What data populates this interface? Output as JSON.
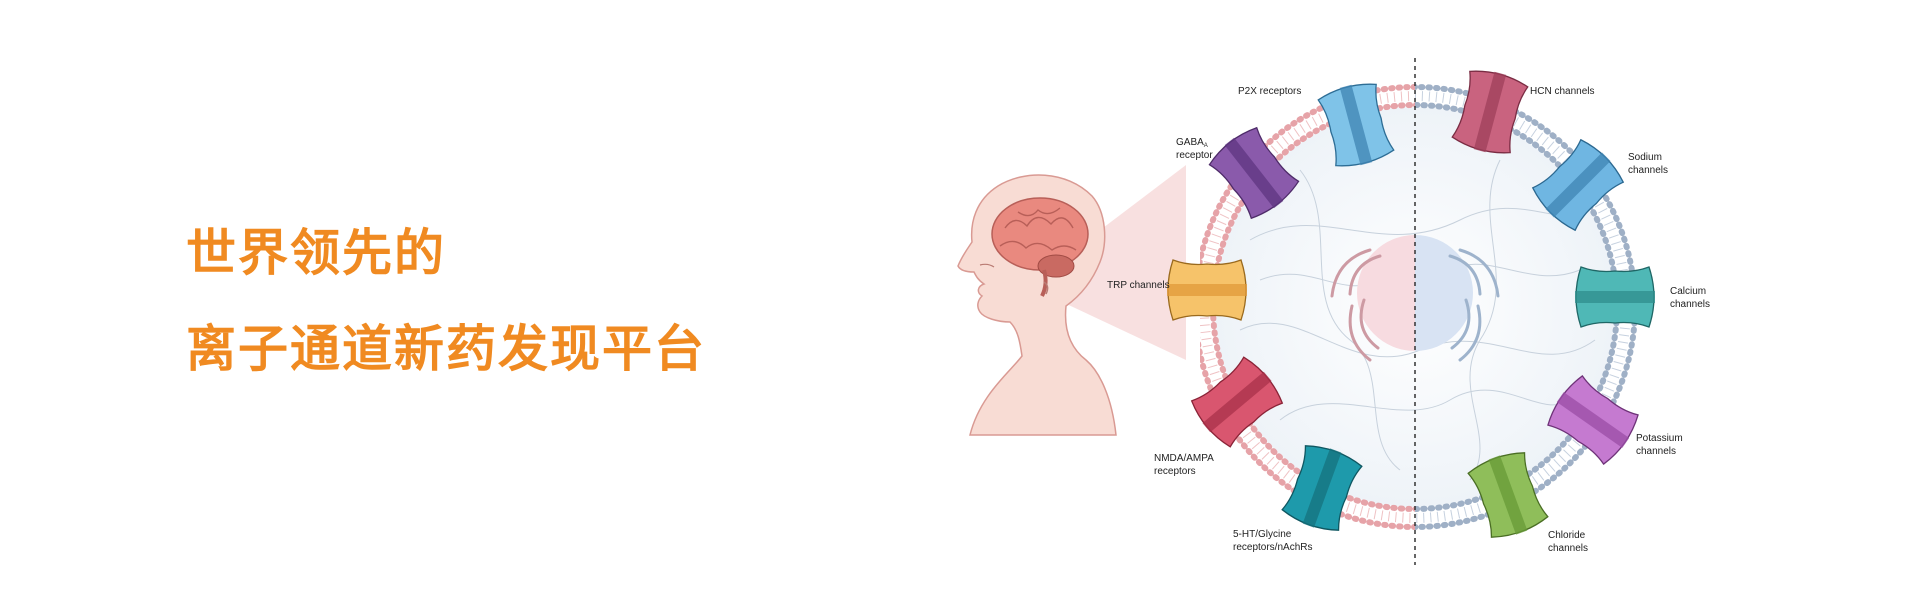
{
  "hero": {
    "line1": "世界领先的",
    "line2": "离子通道新药发现平台",
    "color": "#f08a21"
  },
  "diagram": {
    "labels": {
      "p2x": "P2X receptors",
      "gaba_main": "GABA",
      "gaba_sub": "A",
      "gaba_line2": "receptor",
      "trp": "TRP channels",
      "nmda_1": "NMDA/AMPA",
      "nmda_2": "receptors",
      "ht_1": "5-HT/Glycine",
      "ht_2": "receptors/nAchRs",
      "hcn": "HCN channels",
      "sodium_1": "Sodium",
      "sodium_2": "channels",
      "calcium_1": "Calcium",
      "calcium_2": "channels",
      "potassium_1": "Potassium",
      "potassium_2": "channels",
      "chloride_1": "Chloride",
      "chloride_2": "channels"
    },
    "channel_colors": {
      "p2x": "#7fc3e8",
      "gaba": "#8a5aab",
      "trp": "#f6c36a",
      "nmda": "#d9566f",
      "ht": "#1e9aab",
      "hcn": "#c9637f",
      "sodium": "#6fb6e2",
      "calcium": "#4fb8b6",
      "potassium": "#c57ad0",
      "chloride": "#8fbe5a"
    }
  }
}
